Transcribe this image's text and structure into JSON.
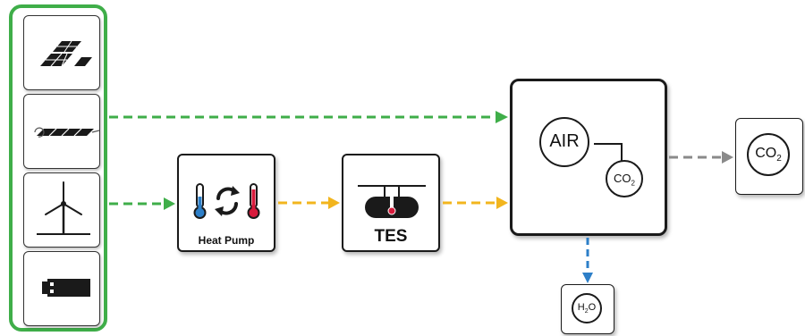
{
  "nodes": {
    "heat_pump": {
      "label": "Heat Pump"
    },
    "tes": {
      "label": "TES"
    },
    "dac": {
      "air_label": "AIR",
      "co2_label": "CO",
      "co2_sub": "2"
    },
    "co2_out": {
      "label": "CO",
      "sub": "2"
    },
    "h2o_out": {
      "label_h": "H",
      "sub": "2",
      "label_o": "O"
    }
  },
  "sources": [
    "solar-panel-icon",
    "solar-tracker-icon",
    "wind-turbine-icon",
    "battery-icon"
  ],
  "colors": {
    "group_border": "#3fae49",
    "electricity_arrow": "#3fae49",
    "heat_arrow": "#f2b51e",
    "co2_arrow": "#8a8a8a",
    "water_arrow": "#2d7fc8"
  }
}
